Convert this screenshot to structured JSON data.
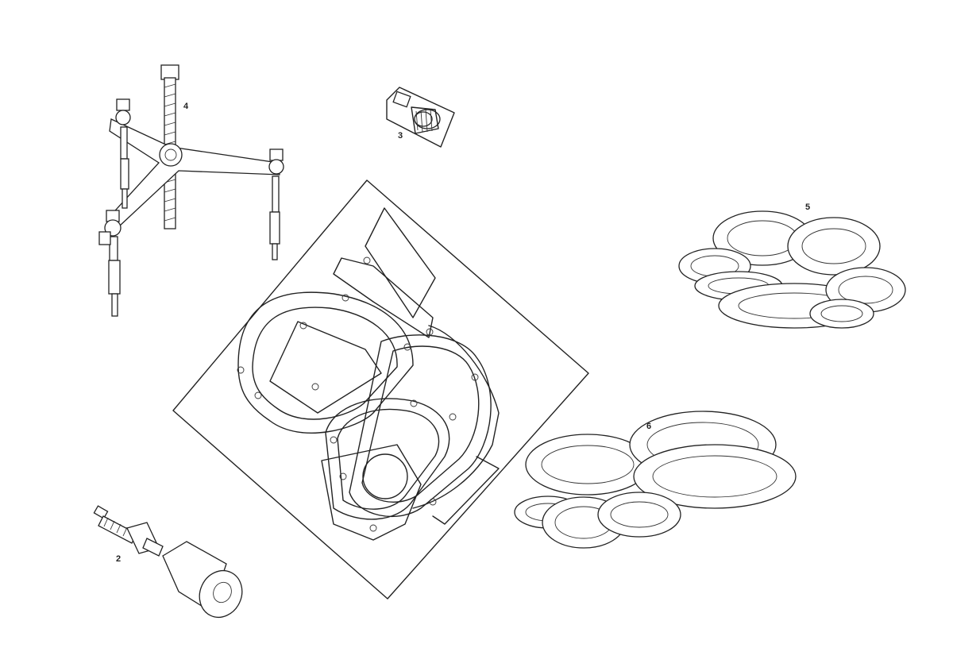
{
  "diagram": {
    "callouts": {
      "item2": "2",
      "item3": "3",
      "item4": "4",
      "item5": "5",
      "item6": "6"
    },
    "colors": {
      "line": "#222222",
      "background": "#ffffff"
    }
  }
}
